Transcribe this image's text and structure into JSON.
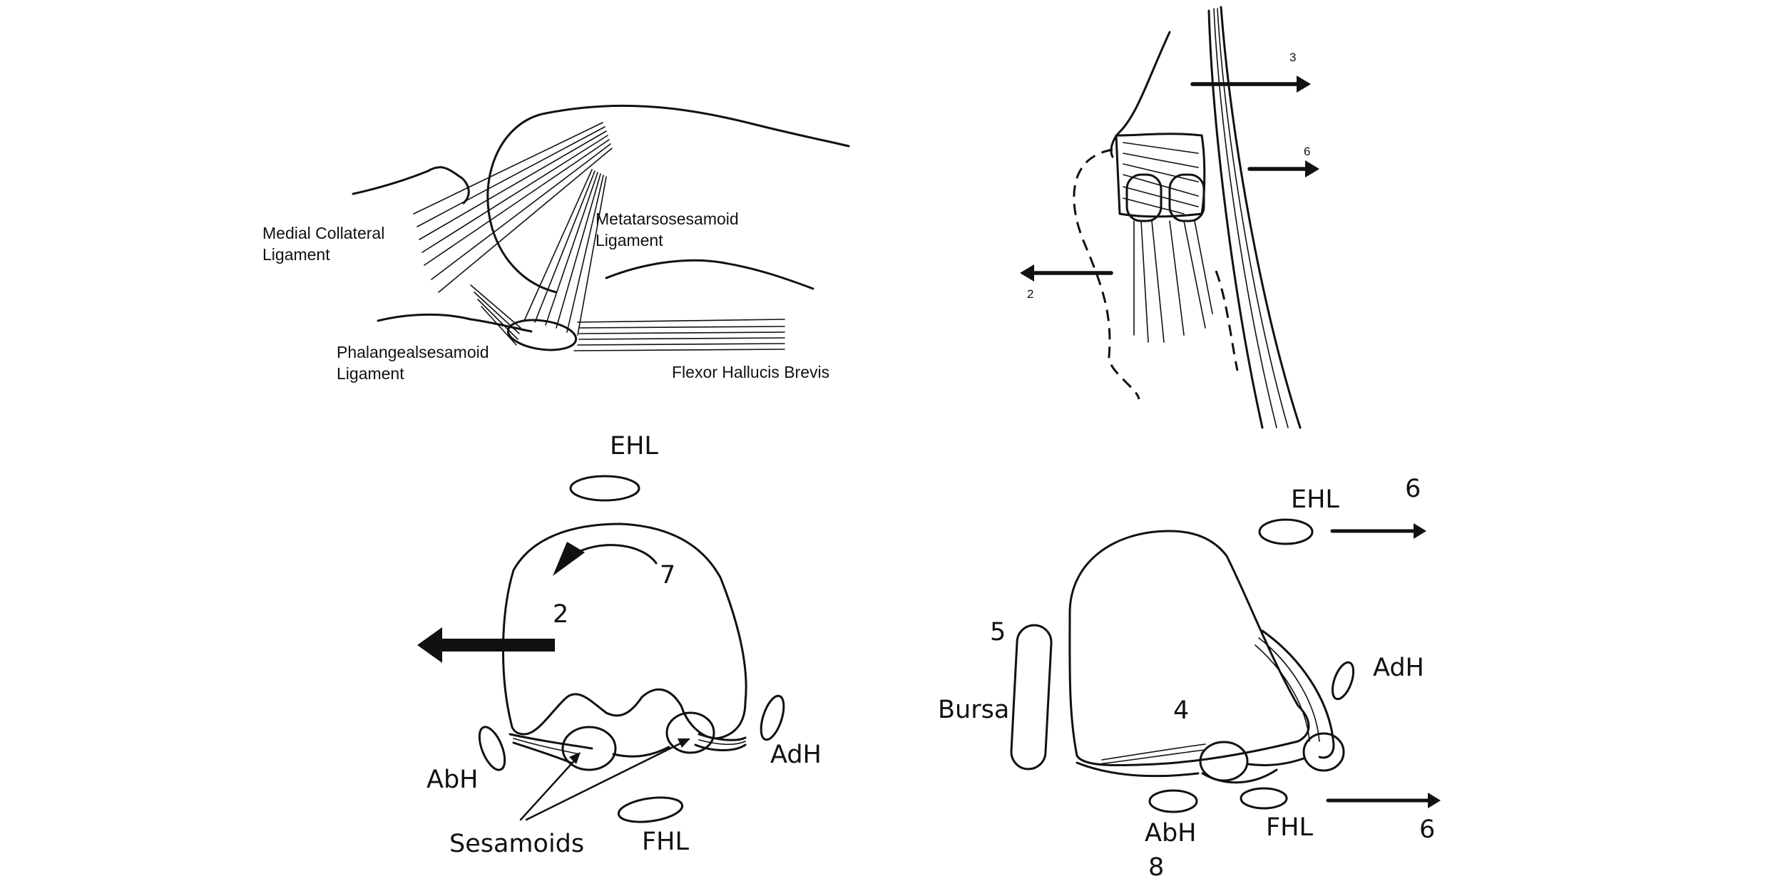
{
  "panel_top_left": {
    "labels": {
      "medial_collateral_1": "Medial Collateral",
      "medial_collateral_2": "Ligament",
      "metatarsosesamoid_1": "Metatarsosesamoid",
      "metatarsosesamoid_2": "Ligament",
      "phalangealsesamoid_1": "Phalangealsesamoid",
      "phalangealsesamoid_2": "Ligament",
      "flexor_hallucis_brevis": "Flexor Hallucis Brevis"
    }
  },
  "panel_top_right": {
    "arrows": {
      "arrow_3": "3",
      "arrow_6": "6",
      "arrow_2": "2"
    }
  },
  "panel_bottom_left": {
    "labels": {
      "ehl": "EHL",
      "rotation": "7",
      "shift": "2",
      "abh": "AbH",
      "adh": "AdH",
      "fhl": "FHL",
      "sesamoids": "Sesamoids"
    }
  },
  "panel_bottom_right": {
    "labels": {
      "ehl": "EHL",
      "ehl_arrow": "6",
      "bursa_number": "5",
      "bursa": "Bursa",
      "adh": "AdH",
      "head_number": "4",
      "abh": "AbH",
      "abh_number": "8",
      "fhl": "FHL",
      "fhl_arrow": "6"
    }
  },
  "colors": {
    "ink": "#111111",
    "background": "#ffffff"
  }
}
